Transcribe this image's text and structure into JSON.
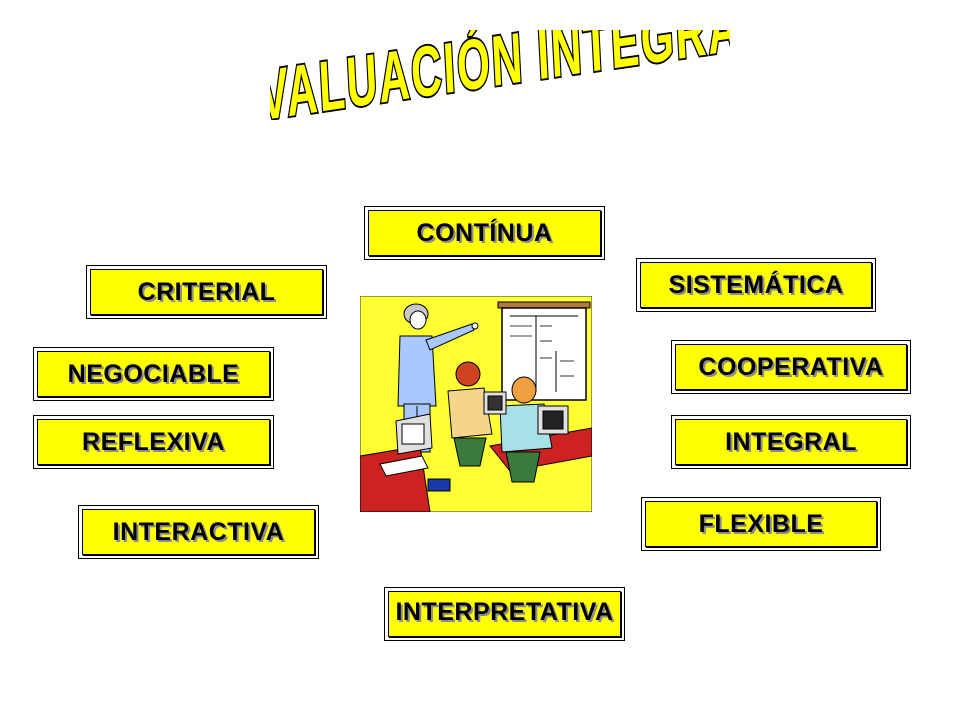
{
  "title": "EVALUACIÓN INTEGRAL",
  "center_image": "teacher-and-students-at-computers-clipart",
  "colors": {
    "box_fill": "#ffff00",
    "title_fill": "#ffff00",
    "border": "#000000"
  },
  "characteristics": {
    "continua": "CONTÍNUA",
    "sistematica": "SISTEMÁTICA",
    "criterial": "CRITERIAL",
    "negociable": "NEGOCIABLE",
    "cooperativa": "COOPERATIVA",
    "reflexiva": "REFLEXIVA",
    "integral": "INTEGRAL",
    "flexible": "FLEXIBLE",
    "interactiva": "INTERACTIVA",
    "interpretativa": "INTERPRETATIVA"
  }
}
